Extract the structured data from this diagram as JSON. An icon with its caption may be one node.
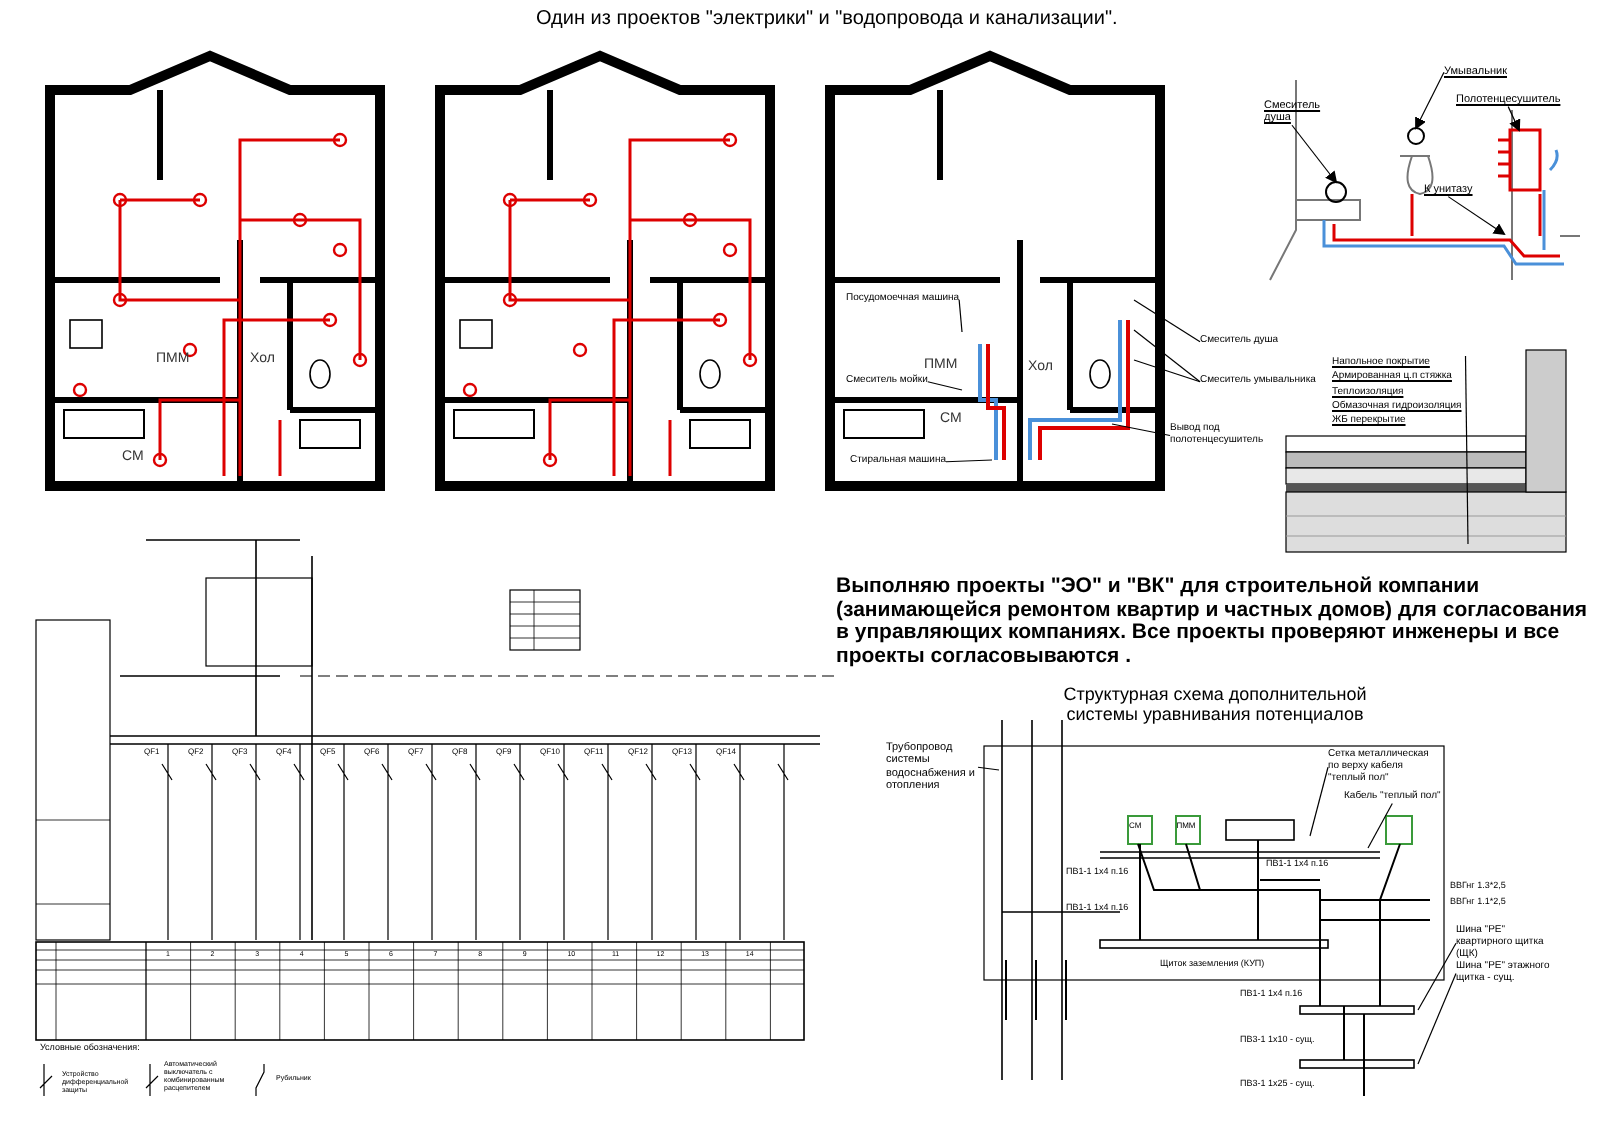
{
  "diagram": {
    "title": "Один из проектов \"электрики\" и \"водопровода и канализации\".",
    "nodes": [
      {
        "text": [
          "Смеситель душа"
        ]
      },
      {
        "text": [
          "Умывальник"
        ]
      },
      {
        "text": [
          "Полотенцесушитель"
        ]
      },
      {
        "text": [
          "К унитазу"
        ]
      },
      {
        "text": [
          "Напольное покрытие",
          "Армированная ц.п стяжка",
          "Теплоизоляция",
          "Обмазочная гидроизоляция",
          "ЖБ перекрытие"
        ]
      },
      {
        "text": [
          "Посудомоечная машина"
        ]
      },
      {
        "text": [
          "Смеситель мойки"
        ]
      },
      {
        "text": [
          "Стиральная машина"
        ]
      },
      {
        "text": [
          "Смеситель душа"
        ]
      },
      {
        "text": [
          "Смеситель умывальника"
        ]
      },
      {
        "text": [
          "Вывод под полотенцесушитель"
        ]
      },
      {
        "text": [
          "Трубопровод системы водоснабжения и отопления"
        ]
      },
      {
        "text": [
          "Сетка металлическая по верху кабеля \"теплый пол\""
        ]
      },
      {
        "text": [
          "Кабель \"теплый пол\""
        ]
      },
      {
        "text": [
          "Шина \"РЕ\" квартирного щитка (ЩК)"
        ]
      },
      {
        "text": [
          "Шина \"РЕ\" этажного щитка - сущ."
        ]
      },
      {
        "text": [],
        "shape": "circle"
      },
      {
        "text": [],
        "shape": "circle"
      },
      {
        "text": [],
        "shape": "picture"
      }
    ],
    "edges": [
      {
        "from": 0,
        "to": 16,
        "arrow": "to"
      },
      {
        "from": 1,
        "to": 17,
        "arrow": "to"
      },
      {
        "from": 2,
        "to": 18,
        "arrow": "to"
      },
      {
        "from": 3,
        "to": null,
        "arrow": "to"
      },
      {
        "from": 4,
        "to": null,
        "arrow": "none"
      },
      {
        "from": 5,
        "to": null,
        "arrow": "none"
      },
      {
        "from": 6,
        "to": null,
        "arrow": "none"
      },
      {
        "from": 7,
        "to": null,
        "arrow": "none"
      },
      {
        "from": 8,
        "to": null,
        "arrow": "none"
      },
      {
        "from": 9,
        "to": null,
        "arrow": "none"
      },
      {
        "from": 9,
        "to": null,
        "arrow": "none"
      },
      {
        "from": 10,
        "to": null,
        "arrow": "none"
      },
      {
        "from": 11,
        "to": null,
        "arrow": "none"
      },
      {
        "from": 12,
        "to": null,
        "arrow": "none"
      },
      {
        "from": 13,
        "to": null,
        "arrow": "none"
      },
      {
        "from": 14,
        "to": null,
        "arrow": "none"
      },
      {
        "from": 15,
        "to": null,
        "arrow": "none"
      }
    ],
    "labels": [
      "ПММ",
      "Хол",
      "СМ",
      "ПММ",
      "Хол",
      "СМ",
      "QF1",
      "QF2",
      "QF3",
      "QF4",
      "QF5",
      "QF6",
      "QF7",
      "QF8",
      "QF9",
      "QF10",
      "QF11",
      "QF12",
      "QF13",
      "QF14",
      "Условные обозначения:",
      "Устройство дифференциальной защиты",
      "Автоматический выключатель с комбинированным расцепителем",
      "Рубильник",
      "1",
      "2",
      "3",
      "4",
      "5",
      "6",
      "7",
      "8",
      "9",
      "10",
      "11",
      "12",
      "13",
      "14",
      "Выполняю проекты \"ЭО\" и \"ВК\" для строительной компании (занимающейся ремонтом квартир и частных домов) для согласования в управляющих компаниях. Все проекты проверяют инженеры и все проекты согласовываются .",
      "Структурная схема дополнительной системы уравнивания потенциалов",
      "СМ",
      "ПММ",
      "ПВ1-1 1х4 п.16",
      "ПВ1-1 1х4 п.16",
      "ВВГнг 1.3*2,5",
      "ВВГнг 1.1*2,5",
      "ПВ1-1 1х4 п.16",
      "Щиток заземления (КУП)",
      "ПВ1-1 1х4 п.16",
      "ПВ3-1 1х10 - сущ.",
      "ПВ3-1 1х25 - сущ."
    ]
  }
}
